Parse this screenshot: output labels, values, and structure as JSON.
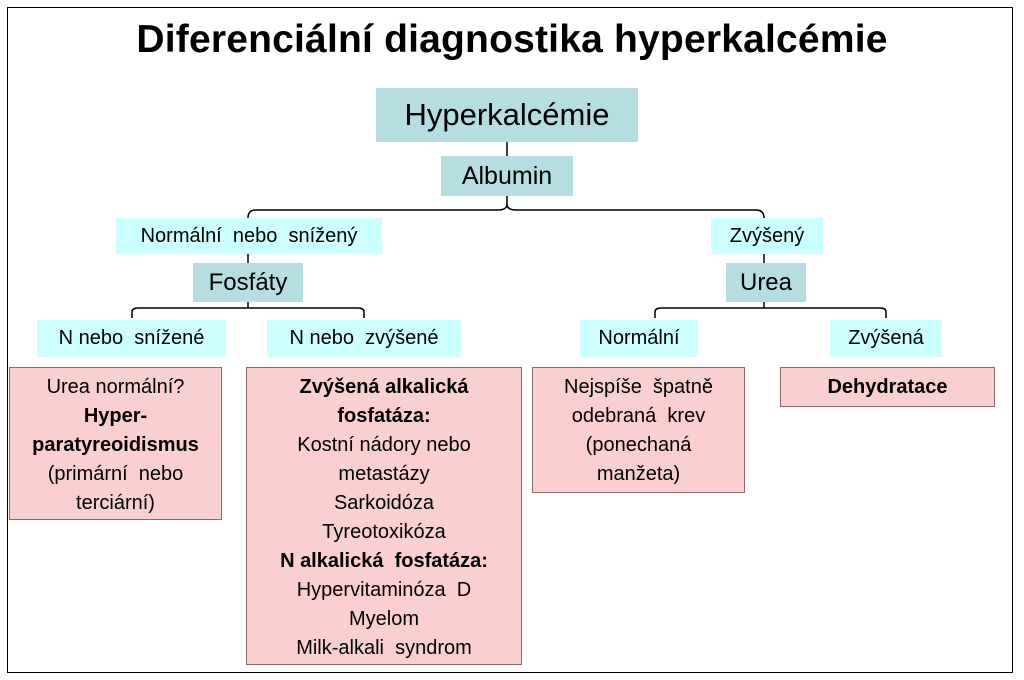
{
  "title": "Diferenciální diagnostika hyperkalcémie",
  "colors": {
    "dark_node": "#b6dde1",
    "light_node": "#ccffff",
    "result_box": "#f9cfcf",
    "line": "#000000"
  },
  "nodes": {
    "root": "Hyperkalcémie",
    "albumin": "Albumin",
    "normal_or_low": "Normální  nebo  snížený",
    "raised": "Zvýšený",
    "phosphates": "Fosfáty",
    "urea": "Urea",
    "p_normal_or_low": "N nebo  snížené",
    "p_normal_or_raised": "N nebo  zvýšené",
    "urea_normal": "Normální",
    "urea_raised": "Zvýšená"
  },
  "results": {
    "hpt": {
      "line1": "Urea normální?",
      "line2": "Hyper-",
      "line3": "paratyreoidismus",
      "line4": "(primární  nebo",
      "line5": "terciární)"
    },
    "alp": {
      "heading1": "Zvýšená alkalická",
      "heading2": "fosfatáza:",
      "item1": "Kostní nádory nebo",
      "item2": "metastázy",
      "item3": "Sarkoidóza",
      "item4": "Tyreotoxikóza",
      "heading3": "N alkalická  fosfatáza:",
      "item5": "Hypervitaminóza  D",
      "item6": "Myelom",
      "item7": "Milk-alkali  syndrom"
    },
    "blood": {
      "line1": "Nejspíše  špatně",
      "line2": "odebraná  krev",
      "line3": "(ponechaná",
      "line4": "manžeta)"
    },
    "dehydration": {
      "line1": "Dehydratace"
    }
  }
}
